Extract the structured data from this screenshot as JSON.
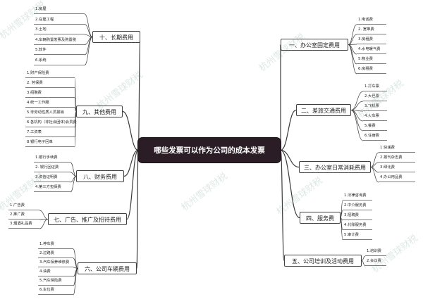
{
  "title": "哪些发票可以作为公司的成本发票",
  "watermark": "杭州雪球财税",
  "branches": [
    {
      "label": "一、办公室固定费用",
      "side": "right",
      "leaves": [
        "1.电话费",
        "2. 宽带费",
        "3.房租费",
        "4.水电暖气费",
        "5.物业费",
        "6.房租费"
      ]
    },
    {
      "label": "二、差旅交通费用",
      "side": "right",
      "leaves": [
        "1.打车票",
        "2.大巴票",
        "3.飞机票",
        "4.火车票",
        "5.餐费",
        "6.住宿费"
      ]
    },
    {
      "label": "三、办公室日常消耗费用",
      "side": "right",
      "leaves": [
        "1.快递费",
        "2.报刊杂志费",
        "3.绿化费",
        "4.办公用品费"
      ]
    },
    {
      "label": "四、服务费",
      "side": "right",
      "leaves": [
        "1.法律咨询费",
        "2.中介服务费",
        "3.招聘费",
        "4.代账服务费",
        "5.审计费"
      ]
    },
    {
      "label": "五、公司培训及活动费用",
      "side": "right",
      "leaves": [
        "1.培训费",
        "2.会议费"
      ]
    },
    {
      "label": "六、公司车辆费用",
      "side": "left",
      "leaves": [
        "1.停车费",
        "2.过路费",
        "3.汽车保养维修费",
        "4.油费",
        "5.汽车保险费",
        "6.车位费"
      ]
    },
    {
      "label": "七、广告、推广及招待费用",
      "side": "left",
      "leaves": [
        "1.广告费",
        "2.推广费",
        "3.烟酒礼品费"
      ]
    },
    {
      "label": "八、财务费用",
      "side": "left",
      "leaves": [
        "1.银行手续费",
        "2. 银行回证费",
        "3.资信证明费",
        "4.第三方担保费"
      ]
    },
    {
      "label": "九、其他费用",
      "side": "left",
      "leaves": [
        "1.财产保险费",
        "2. 劳保费",
        "3.招聘费",
        "4.统一工作服",
        "5.非劳动性质人员报销",
        "6.各机构（非社会团体)会员费",
        "7.工资表",
        "8.银行电子回单"
      ]
    },
    {
      "label": "十、长期费用",
      "side": "left",
      "leaves": [
        "1.房屋",
        "2.在建工程",
        "3.土地",
        "4.车辆购置发票及购置税",
        "5.软件",
        "6.系统"
      ]
    }
  ]
}
